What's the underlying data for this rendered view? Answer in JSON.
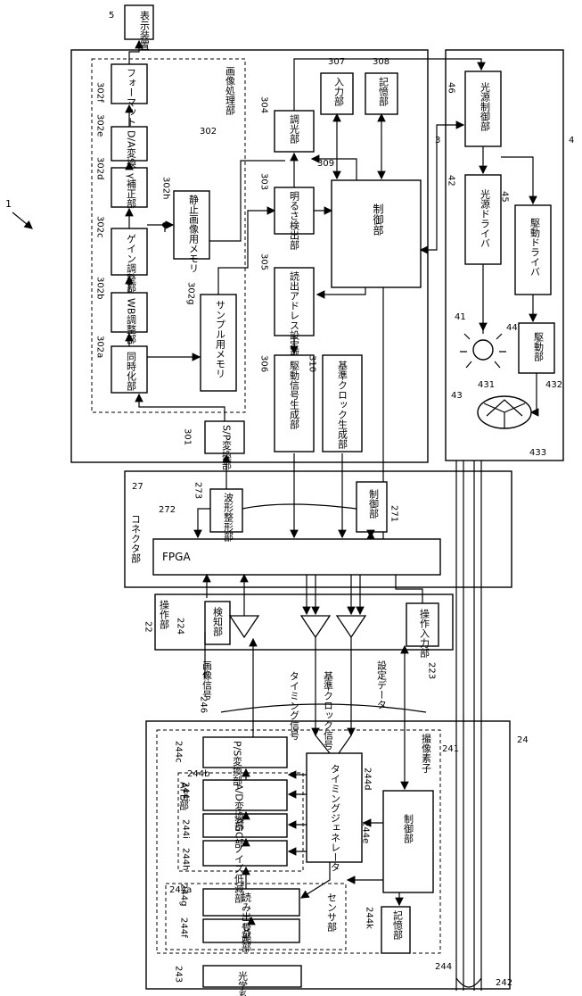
{
  "figure_ref": "1",
  "display": {
    "ref": "5",
    "label": "表示装置"
  },
  "processor": {
    "ref": "3",
    "group_ref": "302",
    "group_label": "画像処理部",
    "sp": {
      "ref": "301",
      "label": "S/P変換部"
    },
    "sync": {
      "ref": "302a",
      "label": "同時化部"
    },
    "wb": {
      "ref": "302b",
      "label": "WB調整部"
    },
    "gain": {
      "ref": "302c",
      "label": "ゲイン調整部"
    },
    "gamma": {
      "ref": "302d",
      "label": "γ補正部"
    },
    "da": {
      "ref": "302e",
      "label": "D/A変換部"
    },
    "fmt": {
      "ref": "302f",
      "label": "フォーマット変更部"
    },
    "sample_mem": {
      "ref": "302g",
      "label": "サンプル用メモリ"
    },
    "still_mem": {
      "ref": "302h",
      "label": "静止画像用メモリ"
    },
    "bright": {
      "ref": "303",
      "label": "明るさ検出部"
    },
    "dimmer": {
      "ref": "304",
      "label": "調光部"
    },
    "addr": {
      "ref": "305",
      "label": "読出アドレス設定部"
    },
    "drive_gen": {
      "ref": "306",
      "label": "駆動信号生成部"
    },
    "input": {
      "ref": "307",
      "label": "入力部"
    },
    "storage": {
      "ref": "308",
      "label": "記憶部"
    },
    "control": {
      "ref": "309",
      "label": "制御部"
    },
    "clock": {
      "ref": "310",
      "label": "基準クロック生成部"
    }
  },
  "light_source": {
    "ref": "4",
    "light_ctrl": {
      "ref": "46",
      "label": "光源制御部"
    },
    "src_driver": {
      "ref": "42",
      "label": "光源ドライバ"
    },
    "mot_driver": {
      "ref": "45",
      "label": "駆動ドライバ"
    },
    "light_ref": "41",
    "drive_unit": {
      "ref": "44",
      "label": "駆動部"
    },
    "wheel_ref": "43",
    "wheel_refs": [
      "431",
      "432",
      "433"
    ]
  },
  "connector": {
    "ref": "27",
    "label": "コネクタ部",
    "fpga": {
      "ref": "272",
      "label": "FPGA"
    },
    "shaper": {
      "ref": "273",
      "label": "波形整形部"
    },
    "ctrl": {
      "ref": "271",
      "label": "制御部"
    }
  },
  "operation": {
    "ref": "22",
    "label": "操作部",
    "detect": {
      "ref": "224",
      "label": "検知部"
    },
    "op_input": {
      "ref": "223",
      "label": "操作入力部"
    }
  },
  "signals": {
    "cable_ref": "246",
    "image": "画像信号",
    "timing": "タイミング信号",
    "clock": "基準クロック信号",
    "setting": "設定データ"
  },
  "tip": {
    "ref": "24",
    "lens": {
      "ref": "243",
      "label": "光学系"
    },
    "imager_ref": "241",
    "imager_label": "撮像素子",
    "sensor_ref": "244a",
    "sensor_label": "センサ部",
    "afe_ref": "244b",
    "afe_label": "AFE部",
    "recv": {
      "ref": "244f",
      "label": "受光部"
    },
    "read": {
      "ref": "244g",
      "label": "読み出し部"
    },
    "noise": {
      "ref": "244h",
      "label": "ノイズ低減部"
    },
    "agc": {
      "ref": "244i",
      "label": "AGC部"
    },
    "ad": {
      "ref": "244j",
      "label": "A/D変換部"
    },
    "ps": {
      "ref": "244c",
      "label": "P/S変換部"
    },
    "tg": {
      "ref": "244d",
      "label": "タイミングジェネレータ"
    },
    "ctrl": {
      "ref": "244e",
      "label": "制御部"
    },
    "mem": {
      "ref": "244k",
      "label": "記憶部"
    },
    "scope_ref": "244",
    "guide_ref": "242"
  }
}
